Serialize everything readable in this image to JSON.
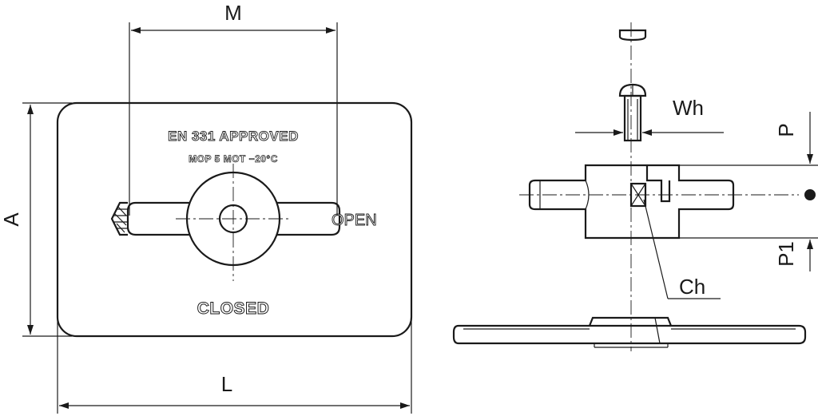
{
  "plate": {
    "line1": "EN 331 APPROVED",
    "line2": "MOP 5   MOT  −20°C",
    "closed_label": "CLOSED",
    "open_label": "OPEN"
  },
  "dimensions": {
    "M": "M",
    "A": "A",
    "L": "L",
    "Wh": "Wh",
    "P": "P",
    "P1": "P1",
    "Ch": "Ch"
  },
  "colors": {
    "line": "#1a1a1a",
    "background": "#ffffff"
  }
}
